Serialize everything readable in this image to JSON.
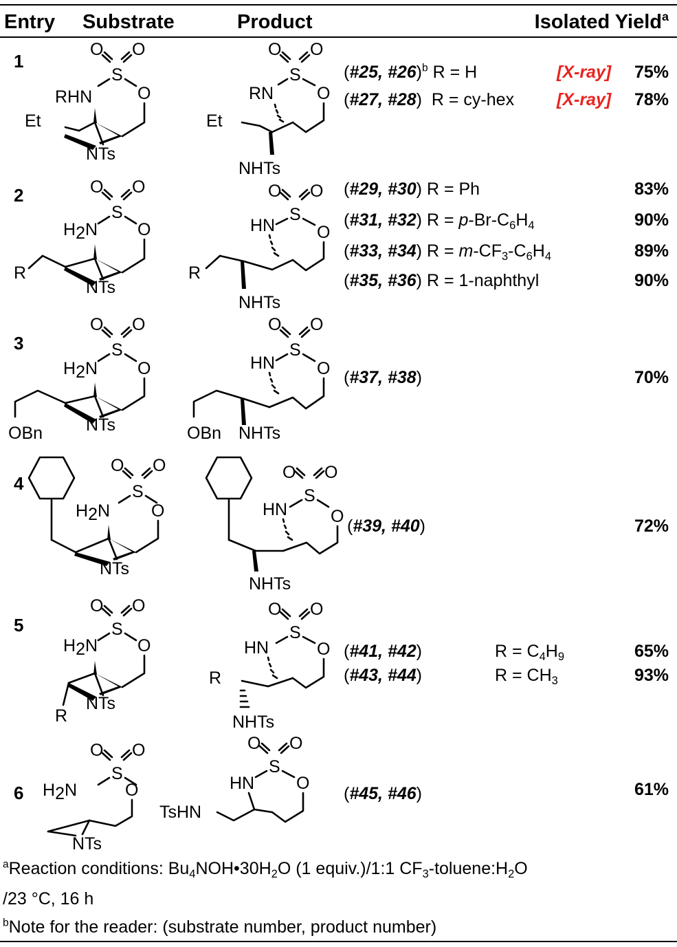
{
  "header": {
    "entry": "Entry",
    "substrate": "Substrate",
    "product": "Product",
    "yield": "Isolated Yield",
    "yield_sup": "a"
  },
  "atoms": {
    "O": "O",
    "S": "S",
    "N": "N",
    "H": "H",
    "HN": "HN",
    "RHN": "RHN",
    "RN": "RN",
    "NTs": "NTs",
    "NHTs": "NHTs",
    "Et": "Et",
    "R": "R",
    "OBn": "OBn",
    "TsHN": "TsHN",
    "H2N_sub": "2"
  },
  "rows": [
    {
      "entry": "1",
      "lines": [
        {
          "n1": "#25",
          "n2": "#26",
          "sup": "b",
          "cond": "R = H",
          "xray": "[X-ray]",
          "yield": "75%"
        },
        {
          "n1": "#27",
          "n2": "#28",
          "cond": "R = cy-hex",
          "xray": "[X-ray]",
          "yield": "78%"
        }
      ]
    },
    {
      "entry": "2",
      "lines": [
        {
          "n1": "#29",
          "n2": "#30",
          "cond": "R = Ph",
          "yield": "83%"
        },
        {
          "n1": "#31",
          "n2": "#32",
          "cond_pre": "R = ",
          "cond_it": "p",
          "cond_post": "-Br-C",
          "sub1": "6",
          "post2": "H",
          "sub2": "4",
          "yield": "90%"
        },
        {
          "n1": "#33",
          "n2": "#34",
          "cond_pre": "R = ",
          "cond_it": "m",
          "cond_post": "-CF",
          "sub1": "3",
          "post2": "-C",
          "sub2": "6",
          "post3": "H",
          "sub3": "4",
          "yield": "89%"
        },
        {
          "n1": "#35",
          "n2": "#36",
          "cond": "R = 1-naphthyl",
          "yield": "90%"
        }
      ]
    },
    {
      "entry": "3",
      "lines": [
        {
          "n1": "#37",
          "n2": "#38",
          "yield": "70%"
        }
      ]
    },
    {
      "entry": "4",
      "lines": [
        {
          "n1": "#39",
          "n2": "#40",
          "yield": "72%"
        }
      ]
    },
    {
      "entry": "5",
      "lines": [
        {
          "n1": "#41",
          "n2": "#42",
          "cond_pre": "R = C",
          "sub1": "4",
          "post2": "H",
          "sub2": "9",
          "yield": "65%"
        },
        {
          "n1": "#43",
          "n2": "#44",
          "cond_pre": "R = CH",
          "sub1": "3",
          "yield": "93%"
        }
      ]
    },
    {
      "entry": "6",
      "lines": [
        {
          "n1": "#45",
          "n2": "#46",
          "yield": "61%"
        }
      ]
    }
  ],
  "footnotes": {
    "a_mark": "a",
    "a_p1": "Reaction conditions: Bu",
    "a_s1": "4",
    "a_p2": "NOH•30H",
    "a_s2": "2",
    "a_p3": "O (1 equiv.)/1:1 CF",
    "a_s3": "3",
    "a_p4": "-toluene:H",
    "a_s4": "2",
    "a_p5": "O",
    "a_line2": "/23 °C, 16 h",
    "b_mark": "b",
    "b_text": "Note for the reader: (substrate number, product number)"
  }
}
